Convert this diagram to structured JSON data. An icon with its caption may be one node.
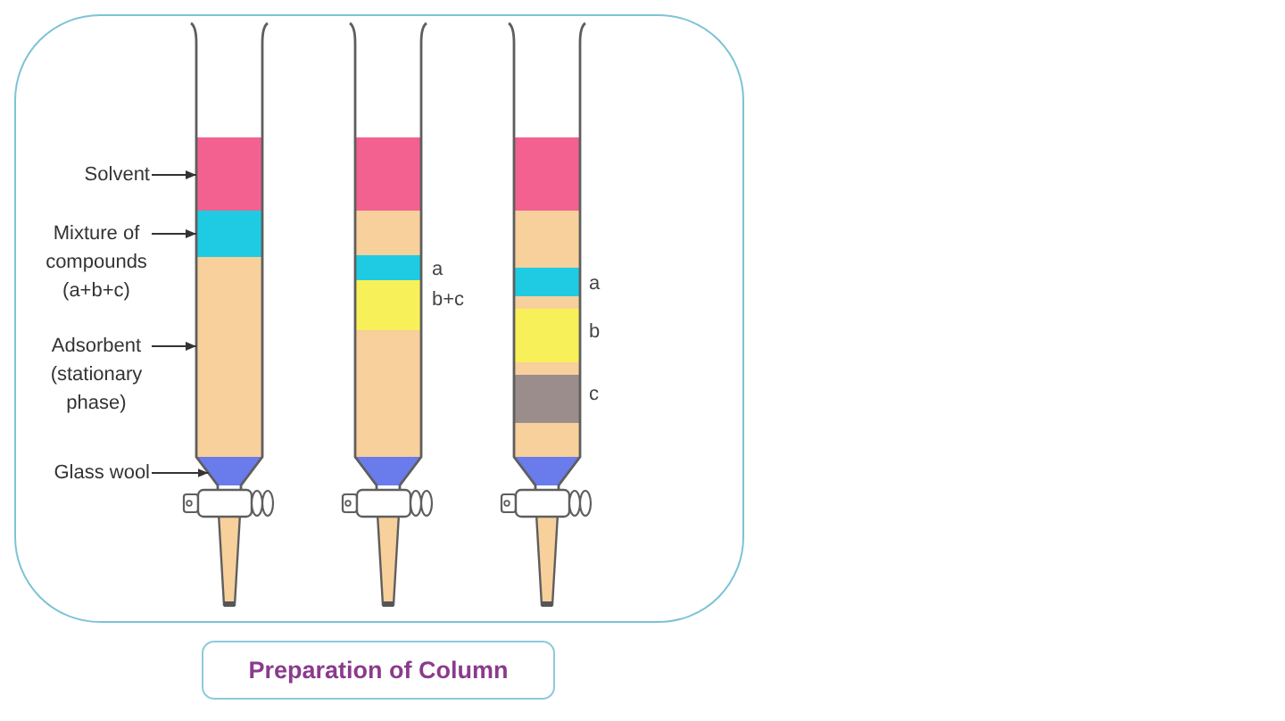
{
  "diagram": {
    "caption": "Preparation of Column",
    "nodes": [
      {
        "text": [
          "Solvent"
        ]
      },
      {
        "text": [
          "Mixture of compounds (a+b+c)"
        ]
      },
      {
        "text": [
          "Adsorbent (stationary phase)"
        ]
      },
      {
        "text": [
          "Glass wool"
        ]
      },
      {
        "text": [],
        "shape": "bar"
      },
      {
        "text": [],
        "shape": "bar"
      },
      {
        "text": [],
        "shape": "bar"
      },
      {
        "text": [],
        "shape": "trapezoid"
      },
      {
        "text": [],
        "shape": "trapezoid"
      },
      {
        "text": [],
        "shape": "trapezoid"
      }
    ],
    "edges": [
      {
        "from": 0,
        "to": 4,
        "arrow": "to"
      },
      {
        "from": 1,
        "to": 5,
        "arrow": "to"
      },
      {
        "from": 2,
        "to": 6,
        "arrow": "to"
      },
      {
        "from": 3,
        "to": 7,
        "arrow": "to"
      }
    ],
    "labels": [
      "a",
      "b+c",
      "a",
      "b",
      "c"
    ]
  }
}
